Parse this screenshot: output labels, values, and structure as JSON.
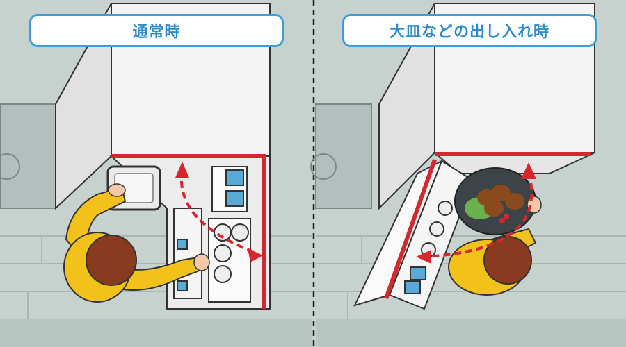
{
  "panels": {
    "left": {
      "label": "通常時"
    },
    "right": {
      "label": "大皿などの出し入れ時"
    }
  },
  "colors": {
    "background": "#c7d2cf",
    "label_text": "#2a8ccf",
    "label_border": "#3b9fd6",
    "highlight_red": "#d7262d",
    "shirt_yellow": "#f2c21b",
    "hair_brown": "#8a3a1e"
  },
  "icons": [
    "plate-icon",
    "meat-platter-icon",
    "curved-arrow-icon",
    "divider-line"
  ]
}
